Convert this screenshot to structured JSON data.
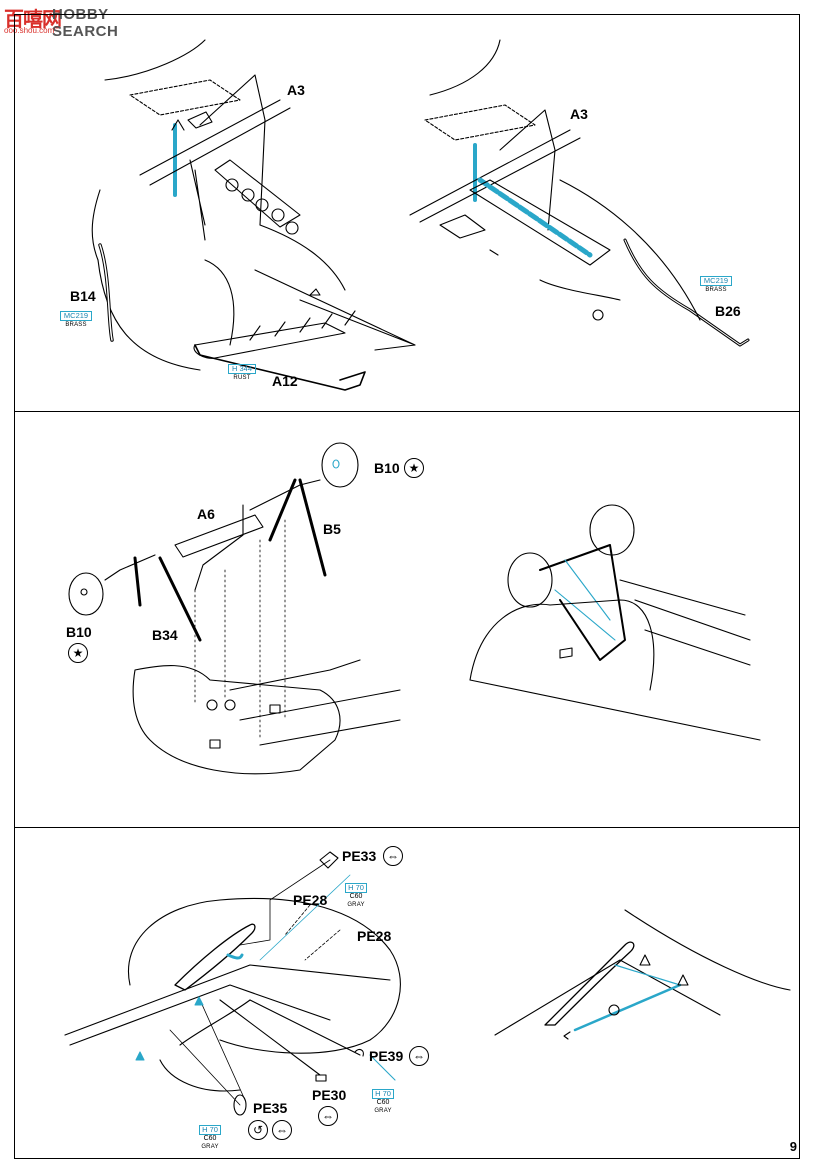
{
  "watermark": {
    "chinese": "百嘻网",
    "brand": "HOBBY SEARCH",
    "url": "ooo.shou.com"
  },
  "page_number": "9",
  "panel1": {
    "labels": {
      "a3_left": "A3",
      "a3_right": "A3",
      "b14": "B14",
      "a12": "A12",
      "b26": "B26"
    },
    "paints": {
      "b14_paint": {
        "code": "MC219",
        "name": "BRASS"
      },
      "a12_paint": {
        "code": "H 344",
        "name": "RUST"
      },
      "b26_paint": {
        "code": "MC219",
        "name": "BRASS"
      }
    }
  },
  "panel2": {
    "labels": {
      "b10_top": "B10",
      "a6": "A6",
      "b5": "B5",
      "b10_left": "B10",
      "b34": "B34"
    },
    "symbols": {
      "star": "star-icon"
    }
  },
  "panel3": {
    "labels": {
      "pe33": "PE33",
      "pe28_a": "PE28",
      "pe28_b": "PE28",
      "pe39": "PE39",
      "pe30": "PE30",
      "pe35": "PE35"
    },
    "paints": {
      "pe33_paint": {
        "code": "H 70",
        "code2": "C60",
        "name": "GRAY"
      },
      "pe30_paint": {
        "code": "H 70",
        "code2": "C60",
        "name": "GRAY"
      },
      "pe35_paint": {
        "code": "H 70",
        "code2": "C60",
        "name": "GRAY"
      }
    },
    "symbols": {
      "bend": "bend-arrow-icon",
      "fold": "fold-both-sides-icon"
    }
  },
  "colors": {
    "accent": "#2aa7c9",
    "line": "#000000",
    "watermark": "#d9302b"
  }
}
